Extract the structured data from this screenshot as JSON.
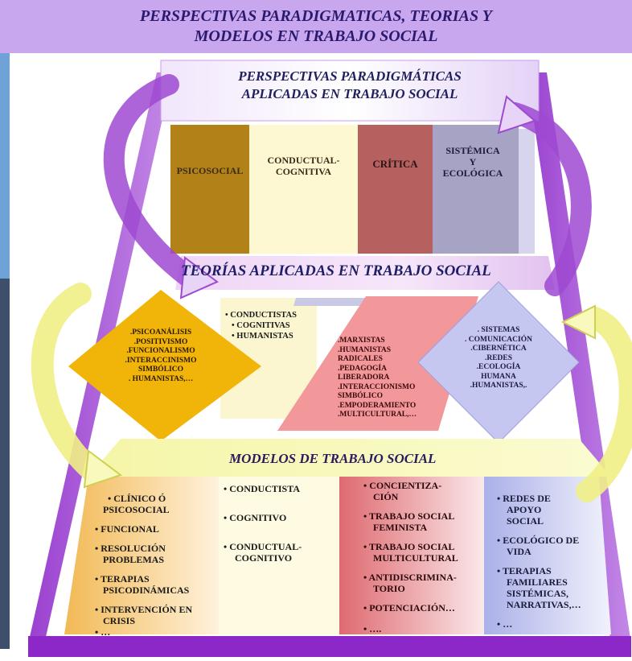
{
  "title": {
    "line1": "PERSPECTIVAS PARADIGMATICAS, TEORIAS Y",
    "line2": "MODELOS EN TRABAJO SOCIAL"
  },
  "perspectives": {
    "line1": "PERSPECTIVAS PARADIGMÁTICAS",
    "line2": "APLICADAS EN TRABAJO SOCIAL",
    "columns": {
      "c1": "PSICOSOCIAL",
      "c2a": "CONDUCTUAL-",
      "c2b": "COGNITIVA",
      "c3": "CRÍTICA",
      "c4a": "SISTÉMICA",
      "c4b": "Y",
      "c4c": "ECOLÓGICA"
    }
  },
  "theories": {
    "label": "TEORÍAS APLICADAS  EN  TRABAJO SOCIAL",
    "d1": [
      ".PSICOANÁLISIS",
      ".POSITIVISMO",
      ".FUNCIONALISMO",
      ".INTERACCINISMO",
      "SIMBÓLICO",
      ". HUMANISTAS,…"
    ],
    "d2": [
      "• CONDUCTISTAS",
      "• COGNITIVAS",
      "• HUMANISTAS"
    ],
    "d3": [
      ".MARXISTAS",
      ".HUMANISTAS",
      "RADICALES",
      ".PEDAGOGÍA",
      "LIBERADORA",
      ".INTERACCIONISMO",
      "SIMBÓLICO",
      ".EMPODERAMIENTO",
      ".MULTICULTURAL,…"
    ],
    "d4": [
      ". SISTEMAS",
      ". COMUNICACIÓN",
      ".CIBERNÉTICA",
      ".REDES",
      ".ECOLOGÍA",
      "HUMANA",
      ".HUMANISTAS,."
    ]
  },
  "models": {
    "label": "MODELOS DE  TRABAJO SOCIAL",
    "col1": [
      "• CLÍNICO Ó",
      "PSICOSOCIAL",
      "• FUNCIONAL",
      "• RESOLUCIÓN",
      "PROBLEMAS",
      "• TERAPIAS",
      "PSICODINÁMICAS",
      "• INTERVENCIÓN EN",
      "CRISIS",
      "• …"
    ],
    "col2": [
      "• CONDUCTISTA",
      "• COGNITIVO",
      "• CONDUCTUAL-",
      "COGNITIVO"
    ],
    "col3": [
      "• CONCIENTIZA-",
      "CIÓN",
      "• TRABAJO SOCIAL",
      "FEMINISTA",
      "• TRABAJO SOCIAL",
      "MULTICULTURAL",
      "• ANTIDISCRIMINA-",
      "TORIO",
      "• POTENCIACIÓN…",
      "• …."
    ],
    "col4": [
      "• REDES DE",
      "APOYO",
      "SOCIAL",
      "• ECOLÓGICO DE",
      "VIDA",
      "• TERAPIAS",
      "FAMILIARES",
      "SISTÉMICAS,",
      "NARRATIVAS,…",
      "• …"
    ]
  }
}
